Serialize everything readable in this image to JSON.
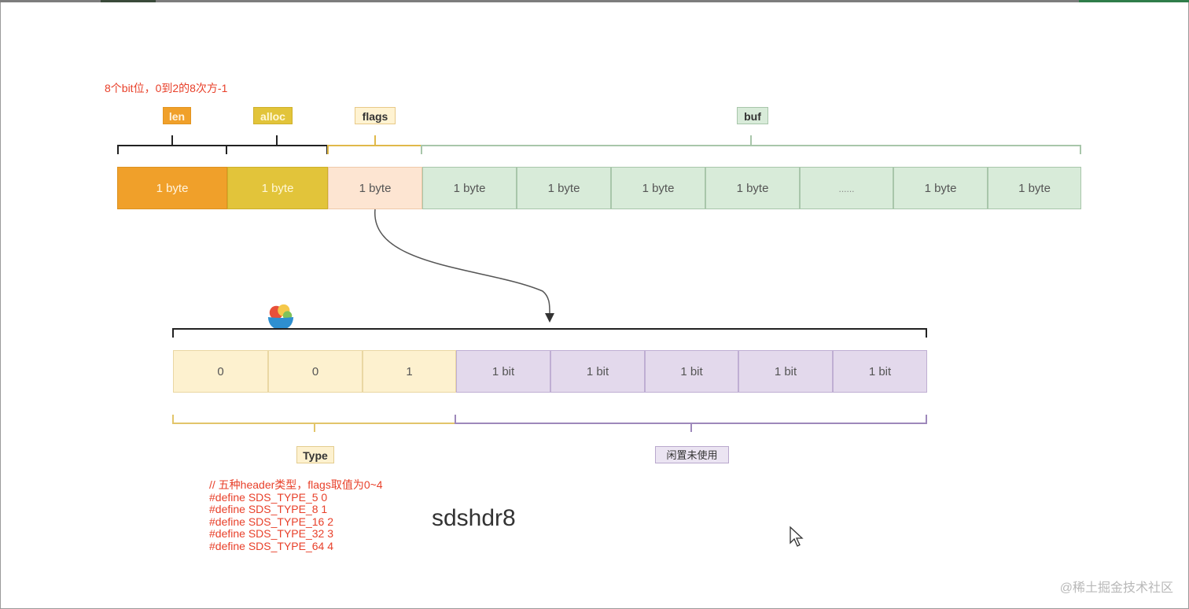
{
  "top_note": "8个bit位，0到2的8次方-1",
  "tags": {
    "len": "len",
    "alloc": "alloc",
    "flags": "flags",
    "buf": "buf",
    "type": "Type",
    "unused": "闲置未使用"
  },
  "byte_cells": [
    "1 byte",
    "1 byte",
    "1 byte",
    "1 byte",
    "1 byte",
    "1 byte",
    "1 byte",
    "......",
    "1 byte",
    "1 byte"
  ],
  "bit_cells": [
    "0",
    "0",
    "1",
    "1 bit",
    "1 bit",
    "1 bit",
    "1 bit",
    "1 bit"
  ],
  "code_lines": [
    "// 五种header类型，flags取值为0~4",
    "#define SDS_TYPE_5  0",
    "#define SDS_TYPE_8  1",
    "#define SDS_TYPE_16 2",
    "#define SDS_TYPE_32 3",
    "#define SDS_TYPE_64 4"
  ],
  "title": "sdshdr8",
  "watermark": "@稀土掘金技术社区",
  "colors": {
    "len": "#f0a02a",
    "alloc": "#e2c43a",
    "flags": "#fde5d2",
    "buf": "#d8ebd9",
    "type_bit": "#fdf1cf",
    "unused_bit": "#e3d9ec",
    "annotation": "#e8402a"
  }
}
